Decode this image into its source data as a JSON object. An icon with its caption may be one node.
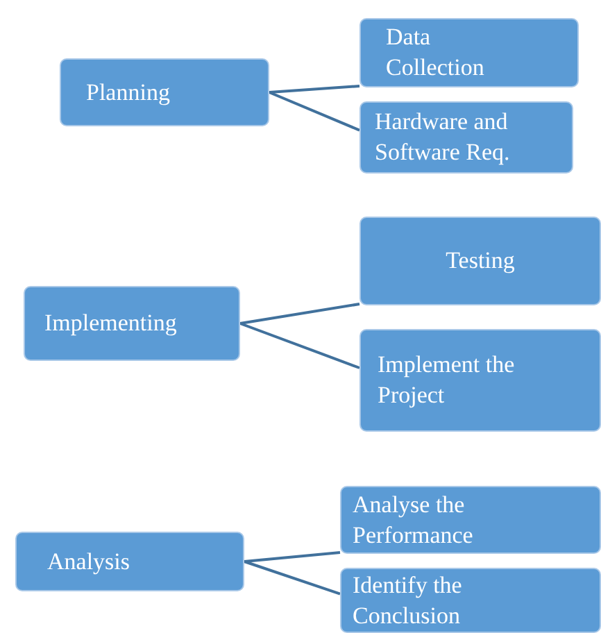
{
  "diagram": {
    "nodes": [
      {
        "text": [
          "Planning"
        ]
      },
      {
        "text": [
          "Data Collection"
        ]
      },
      {
        "text": [
          "Hardware and Software Req."
        ]
      },
      {
        "text": [
          "Implementing"
        ]
      },
      {
        "text": [
          "Testing"
        ]
      },
      {
        "text": [
          "Implement the Project"
        ]
      },
      {
        "text": [
          "Analysis"
        ]
      },
      {
        "text": [
          "Analyse the Performance"
        ]
      },
      {
        "text": [
          "Identify the Conclusion"
        ]
      }
    ],
    "edges": [
      {
        "from": 0,
        "to": 1,
        "arrow": "none"
      },
      {
        "from": 0,
        "to": 2,
        "arrow": "none"
      },
      {
        "from": 3,
        "to": 4,
        "arrow": "none"
      },
      {
        "from": 3,
        "to": 5,
        "arrow": "none"
      },
      {
        "from": 6,
        "to": 7,
        "arrow": "none"
      },
      {
        "from": 6,
        "to": 8,
        "arrow": "none"
      }
    ]
  }
}
